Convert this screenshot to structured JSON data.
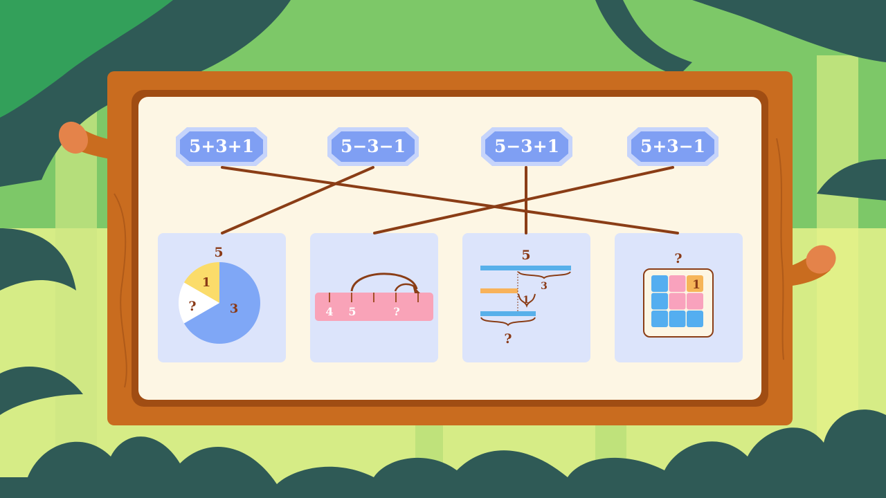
{
  "expressions": [
    "5+3+1",
    "5−3−1",
    "5−3+1",
    "5+3−1"
  ],
  "cards": {
    "pie": {
      "total": "5",
      "part_a": "1",
      "part_b": "?",
      "part_c": "3"
    },
    "ruler": {
      "tick_4": "4",
      "tick_5": "5",
      "unknown": "?"
    },
    "bars": {
      "total": "5",
      "brace_3": "3",
      "brace_1": "1",
      "unknown": "?"
    },
    "grid": {
      "unknown": "?",
      "label": "1"
    }
  },
  "connections": [
    {
      "from": "5+3+1",
      "to": "grid"
    },
    {
      "from": "5−3−1",
      "to": "pie"
    },
    {
      "from": "5−3+1",
      "to": "bars"
    },
    {
      "from": "5+3−1",
      "to": "ruler"
    }
  ],
  "colors": {
    "board_frame": "#c96c1f",
    "board_face": "#fdf6e4",
    "card_bg": "#dce4fb",
    "chip_fill": "#7f9ff3",
    "chip_border": "#c6d4fb",
    "line": "#8a3d16",
    "pie_blue": "#7fa7f6",
    "pie_yellow": "#fbdc6a",
    "ruler_pink": "#f9a3b8",
    "bar_blue": "#58b0ea",
    "bar_orange": "#f8b25a",
    "grid_blue": "#54aef0",
    "grid_pink": "#f9a2bd",
    "grid_orange": "#f6b558"
  }
}
